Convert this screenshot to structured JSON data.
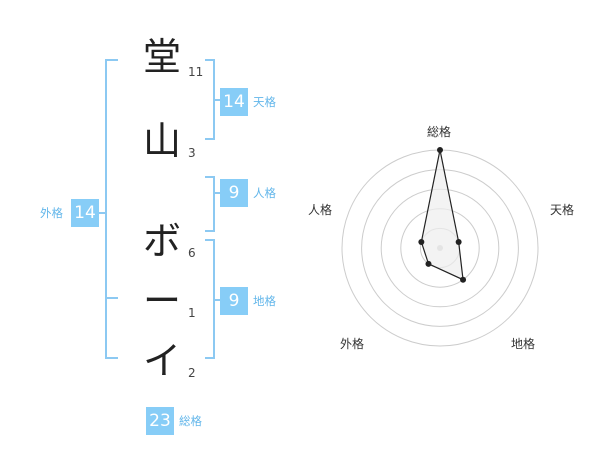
{
  "name_chars": [
    {
      "char": "堂",
      "strokes": "11"
    },
    {
      "char": "山",
      "strokes": "3"
    },
    {
      "char": "ボ",
      "strokes": "6"
    },
    {
      "char": "ー",
      "strokes": "1"
    },
    {
      "char": "イ",
      "strokes": "2"
    }
  ],
  "fortune": {
    "tenkaku": {
      "value": "14",
      "label": "天格"
    },
    "jinkaku": {
      "value": "9",
      "label": "人格"
    },
    "chikaku": {
      "value": "9",
      "label": "地格"
    },
    "gaikaku": {
      "value": "14",
      "label": "外格"
    },
    "soukaku": {
      "value": "23",
      "label": "総格"
    }
  },
  "radar": {
    "labels": {
      "top": "総格",
      "right": "天格",
      "bottom_right": "地格",
      "bottom_left": "外格",
      "left": "人格"
    },
    "levels": [
      5,
      1,
      2,
      1,
      1
    ],
    "max": 5,
    "colors": {
      "line": "#222222",
      "fill": "#eeeeee",
      "ring": "#cccccc",
      "bracket": "#8cc9f2"
    }
  }
}
